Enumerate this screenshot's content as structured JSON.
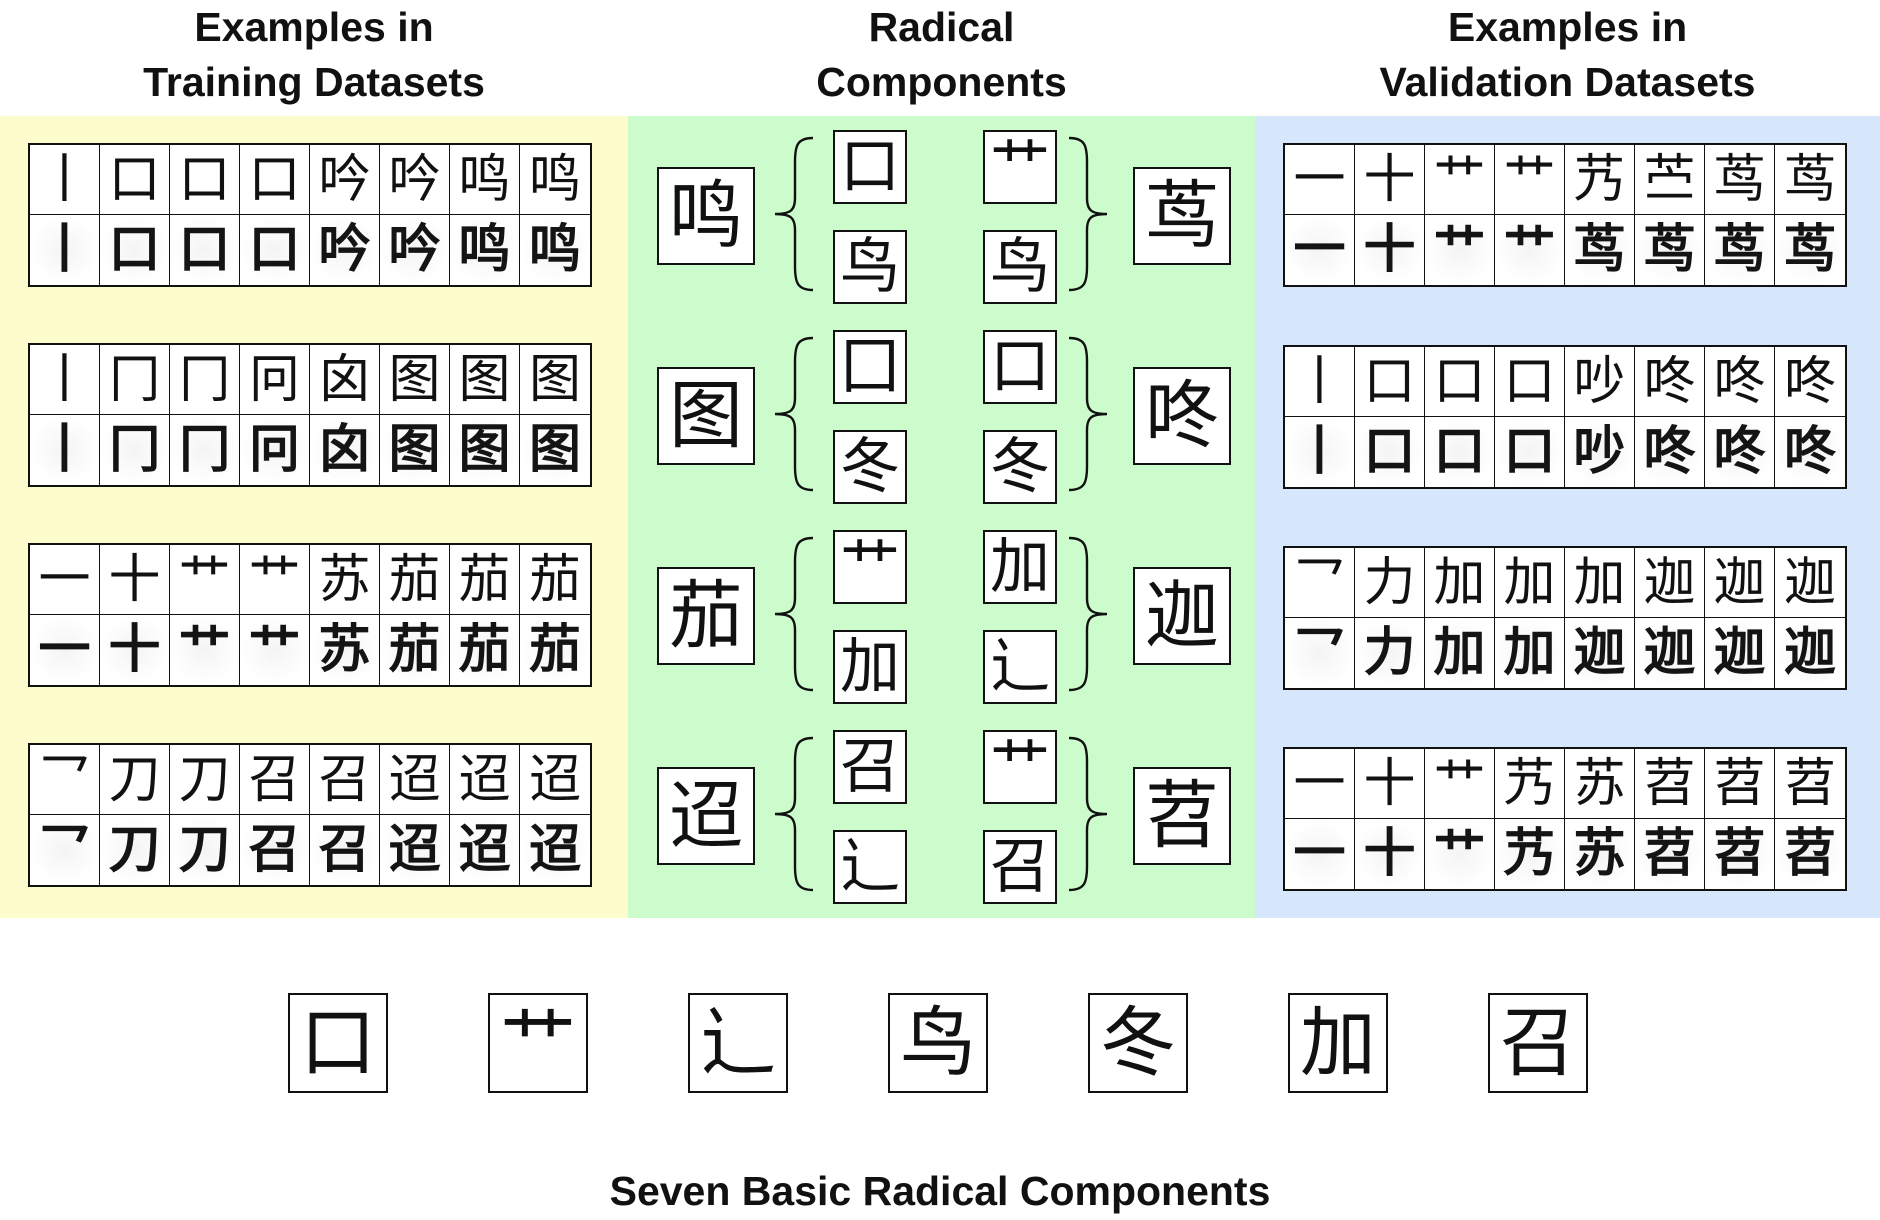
{
  "headers": {
    "training": [
      "Examples in",
      "Training Datasets"
    ],
    "radical": [
      "Radical",
      "Components"
    ],
    "validation": [
      "Examples in",
      "Validation Datasets"
    ]
  },
  "training_examples": [
    {
      "top": [
        "丨",
        "口",
        "口",
        "口",
        "吟",
        "吟",
        "鸣",
        "鸣"
      ],
      "bottom": [
        "丨",
        "口",
        "口",
        "口",
        "吟",
        "吟",
        "鸣",
        "鸣"
      ]
    },
    {
      "top": [
        "丨",
        "冂",
        "冂",
        "冋",
        "囟",
        "图",
        "图",
        "图"
      ],
      "bottom": [
        "丨",
        "冂",
        "冂",
        "冋",
        "囟",
        "图",
        "图",
        "图"
      ]
    },
    {
      "top": [
        "一",
        "十",
        "艹",
        "艹",
        "苏",
        "茄",
        "茄",
        "茄"
      ],
      "bottom": [
        "一",
        "十",
        "艹",
        "艹",
        "苏",
        "茄",
        "茄",
        "茄"
      ]
    },
    {
      "top": [
        "乛",
        "刀",
        "刀",
        "召",
        "召",
        "迢",
        "迢",
        "迢"
      ],
      "bottom": [
        "乛",
        "刀",
        "刀",
        "召",
        "召",
        "迢",
        "迢",
        "迢"
      ]
    }
  ],
  "validation_examples": [
    {
      "top": [
        "一",
        "十",
        "艹",
        "艹",
        "艿",
        "苎",
        "茑",
        "茑"
      ],
      "bottom": [
        "一",
        "十",
        "艹",
        "艹",
        "茑",
        "茑",
        "茑",
        "茑"
      ]
    },
    {
      "top": [
        "丨",
        "口",
        "口",
        "口",
        "吵",
        "咚",
        "咚",
        "咚"
      ],
      "bottom": [
        "丨",
        "口",
        "口",
        "口",
        "吵",
        "咚",
        "咚",
        "咚"
      ]
    },
    {
      "top": [
        "乛",
        "力",
        "加",
        "加",
        "加",
        "迦",
        "迦",
        "迦"
      ],
      "bottom": [
        "乛",
        "力",
        "加",
        "加",
        "迦",
        "迦",
        "迦",
        "迦"
      ]
    },
    {
      "top": [
        "一",
        "十",
        "艹",
        "艿",
        "苏",
        "苕",
        "苕",
        "苕"
      ],
      "bottom": [
        "一",
        "十",
        "艹",
        "艿",
        "苏",
        "苕",
        "苕",
        "苕"
      ]
    }
  ],
  "radical_rows": [
    {
      "left_char": "鸣",
      "left_parts": [
        "口",
        "鸟"
      ],
      "right_parts": [
        "艹",
        "鸟"
      ],
      "right_char": "茑"
    },
    {
      "left_char": "图",
      "left_parts": [
        "囗",
        "冬"
      ],
      "right_parts": [
        "口",
        "冬"
      ],
      "right_char": "咚"
    },
    {
      "left_char": "茄",
      "left_parts": [
        "艹",
        "加"
      ],
      "right_parts": [
        "加",
        "辶"
      ],
      "right_char": "迦"
    },
    {
      "left_char": "迢",
      "left_parts": [
        "召",
        "辶"
      ],
      "right_parts": [
        "艹",
        "召"
      ],
      "right_char": "苕"
    }
  ],
  "basic_components": [
    "口",
    "艹",
    "辶",
    "鸟",
    "冬",
    "加",
    "召"
  ],
  "footer": "Seven Basic Radical Components"
}
